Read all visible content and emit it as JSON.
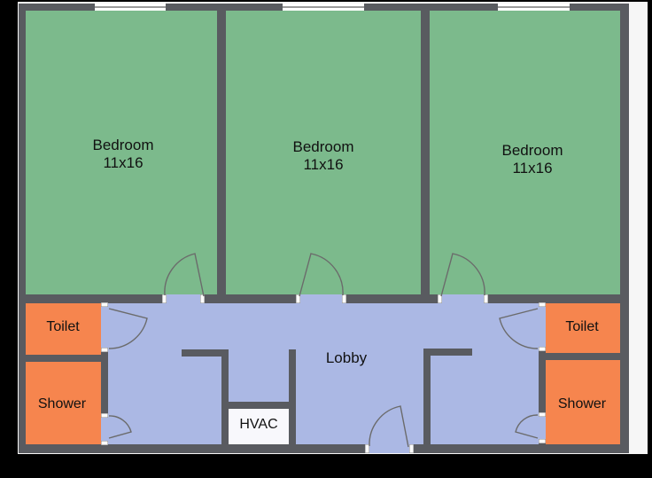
{
  "floorplan": {
    "rooms": {
      "bedroom_1": {
        "name": "Bedroom",
        "dimensions": "11x16"
      },
      "bedroom_2": {
        "name": "Bedroom",
        "dimensions": "11x16"
      },
      "bedroom_3": {
        "name": "Bedroom",
        "dimensions": "11x16"
      },
      "toilet_left": {
        "name": "Toilet"
      },
      "shower_left": {
        "name": "Shower"
      },
      "toilet_right": {
        "name": "Toilet"
      },
      "shower_right": {
        "name": "Shower"
      },
      "lobby": {
        "name": "Lobby"
      },
      "hvac": {
        "name": "HVAC"
      }
    },
    "colors": {
      "wall": "#595b60",
      "bedroom_fill": "#7cba8c",
      "lobby_fill": "#abb8e4",
      "wet_room_fill": "#f6854e",
      "hvac_fill": "#f8f8fc",
      "canvas": "#f6f6f6",
      "surround": "#000000",
      "door_swing_line": "#6b6b6b"
    }
  }
}
